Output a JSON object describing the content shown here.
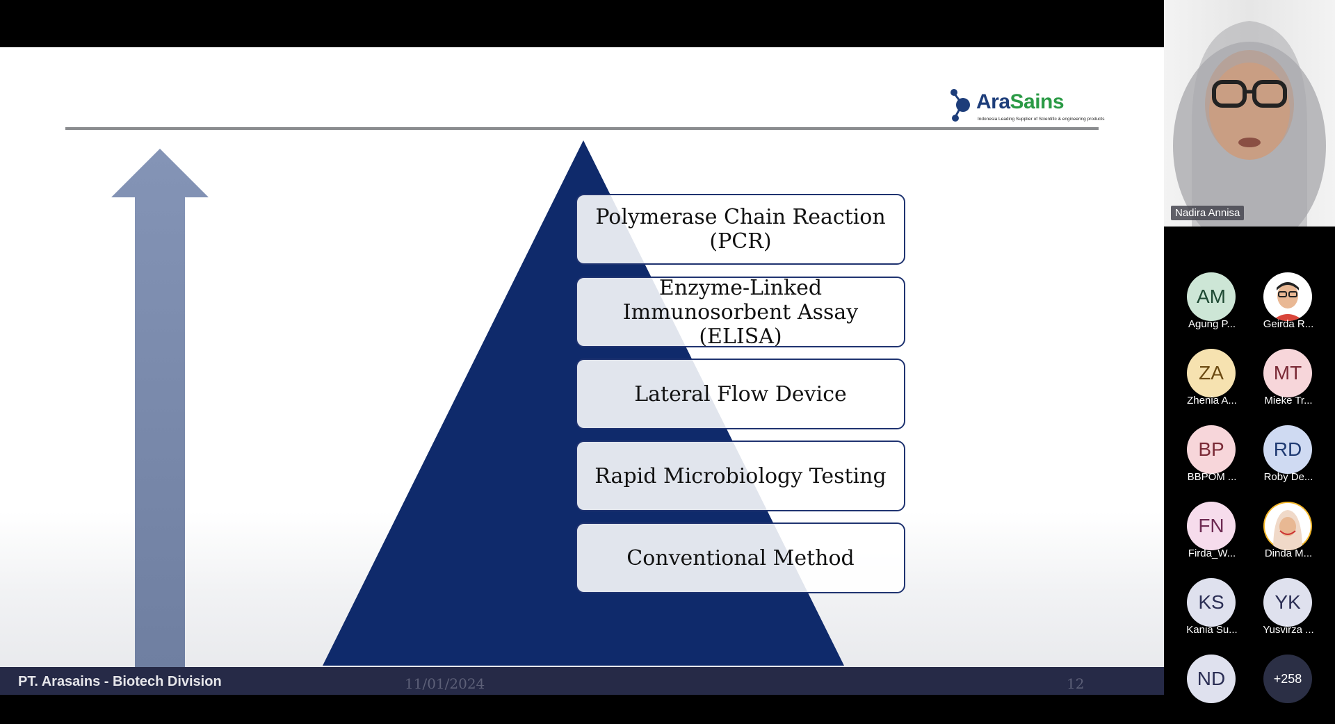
{
  "slide": {
    "logo": {
      "brand_part1": "Ara",
      "brand_part2": "Sains",
      "tagline": "Indonesia Leading Supplier of Scientific & engineering products"
    },
    "levels": [
      "Polymerase Chain Reaction (PCR)",
      "Enzyme-Linked Immunosorbent Assay (ELISA)",
      "Lateral Flow Device",
      "Rapid Microbiology Testing",
      "Conventional Method"
    ],
    "footer": {
      "company": "PT. Arasains - Biotech Division",
      "date": "11/01/2024",
      "page": "12"
    },
    "colors": {
      "pyramid": "#0f2a6b",
      "arrow": "#7f90b0",
      "footer_bg": "#262a47",
      "logo_ara": "#1d3d7a",
      "logo_sains": "#2a9a45"
    }
  },
  "speaker": {
    "name": "Nadira Annisa"
  },
  "participants": [
    {
      "initials": "AM",
      "name": "Agung P...",
      "bg": "#cde6d6",
      "fg": "#1f4a34"
    },
    {
      "initials": "",
      "name": "Geirda R...",
      "bg": "#ffffff",
      "fg": "#333333",
      "photo": true
    },
    {
      "initials": "ZA",
      "name": "Zhenia A...",
      "bg": "#f6e2b0",
      "fg": "#6b4a12"
    },
    {
      "initials": "MT",
      "name": "Mieke Tr...",
      "bg": "#f7d6da",
      "fg": "#7a2a36"
    },
    {
      "initials": "BP",
      "name": "BBPOM ...",
      "bg": "#f7d6da",
      "fg": "#7a2a36"
    },
    {
      "initials": "RD",
      "name": "Roby De...",
      "bg": "#cfdaf2",
      "fg": "#1f3a72"
    },
    {
      "initials": "FN",
      "name": "Firda_W...",
      "bg": "#f6dcec",
      "fg": "#6e2a52"
    },
    {
      "initials": "",
      "name": "Dinda M...",
      "bg": "#f5b82a",
      "fg": "#333333",
      "photo": true
    },
    {
      "initials": "KS",
      "name": "Kania Su...",
      "bg": "#dfe1ee",
      "fg": "#2c2f55"
    },
    {
      "initials": "YK",
      "name": "Yusvirza ...",
      "bg": "#dfe1ee",
      "fg": "#2c2f55"
    },
    {
      "initials": "ND",
      "name": "",
      "bg": "#dfe1ee",
      "fg": "#2c2f55"
    },
    {
      "initials": "+258",
      "name": "",
      "bg": "#2b2f45",
      "fg": "#ffffff"
    }
  ]
}
